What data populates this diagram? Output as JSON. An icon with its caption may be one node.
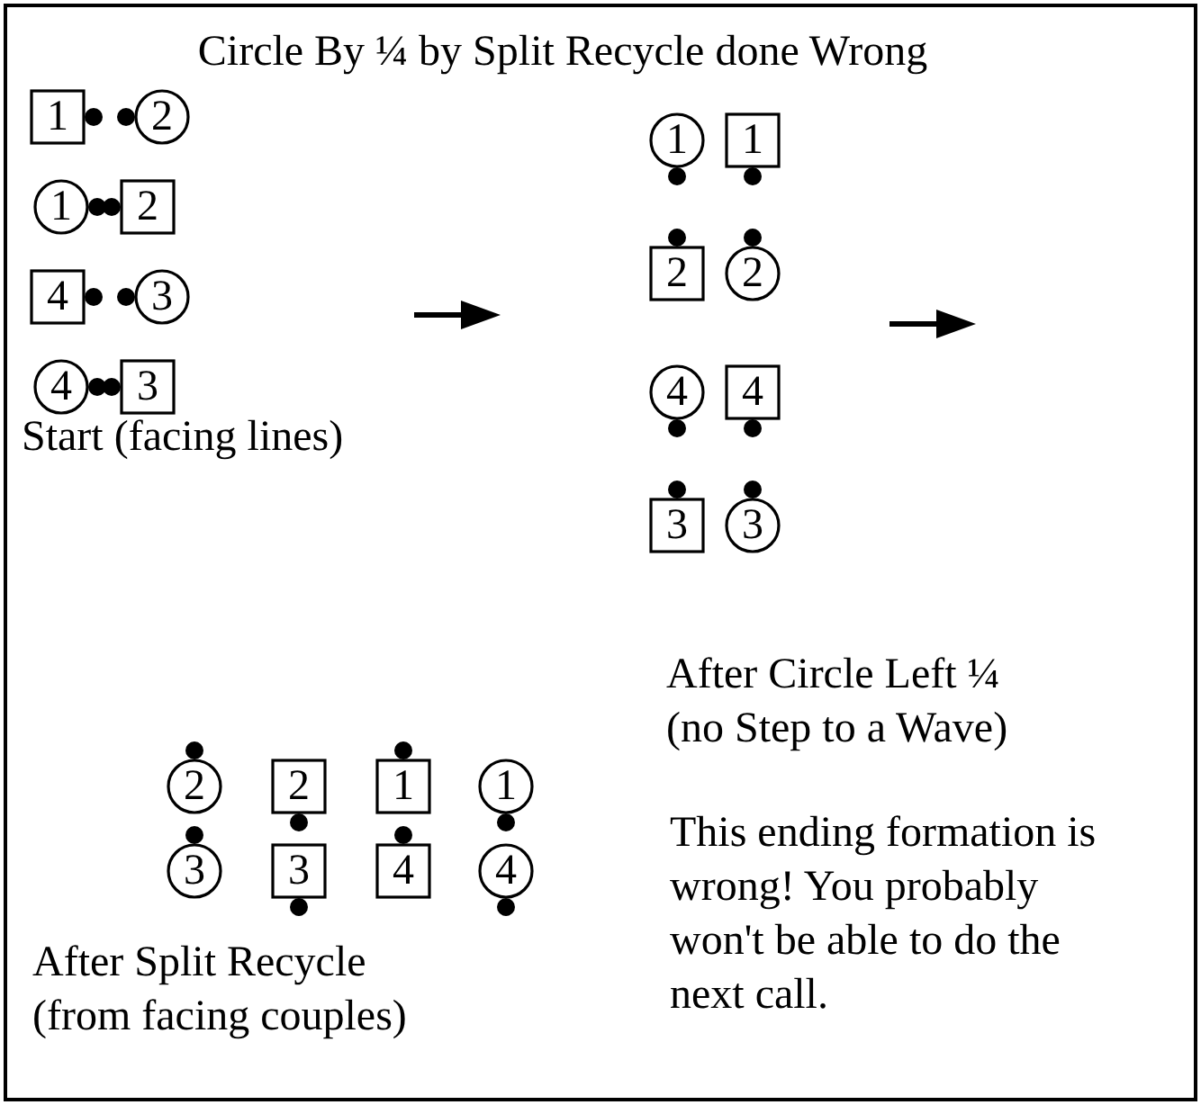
{
  "diagram": {
    "title": "Circle By ¼ by Split Recycle done Wrong",
    "nodes": [
      {
        "text": [
          "1"
        ]
      },
      {
        "text": [
          "2"
        ]
      },
      {
        "text": [
          "1"
        ]
      },
      {
        "text": [
          "2"
        ]
      },
      {
        "text": [
          "4"
        ]
      },
      {
        "text": [
          "3"
        ]
      },
      {
        "text": [
          "4"
        ]
      },
      {
        "text": [
          "3"
        ]
      },
      {
        "text": [
          "1"
        ]
      },
      {
        "text": [
          "1"
        ]
      },
      {
        "text": [
          "2"
        ]
      },
      {
        "text": [
          "2"
        ]
      },
      {
        "text": [
          "4"
        ]
      },
      {
        "text": [
          "4"
        ]
      },
      {
        "text": [
          "3"
        ]
      },
      {
        "text": [
          "3"
        ]
      },
      {
        "text": [
          "2"
        ]
      },
      {
        "text": [
          "2"
        ]
      },
      {
        "text": [
          "1"
        ]
      },
      {
        "text": [
          "1"
        ]
      },
      {
        "text": [
          "3"
        ]
      },
      {
        "text": [
          "3"
        ]
      },
      {
        "text": [
          "4"
        ]
      },
      {
        "text": [
          "4"
        ]
      }
    ],
    "labels": [
      "Start (facing lines)",
      "After Circle Left ¼ (no Step to a Wave)",
      "After Split Recycle (from facing couples)",
      "This ending formation is wrong! You probably won't be able to do the next call."
    ]
  }
}
